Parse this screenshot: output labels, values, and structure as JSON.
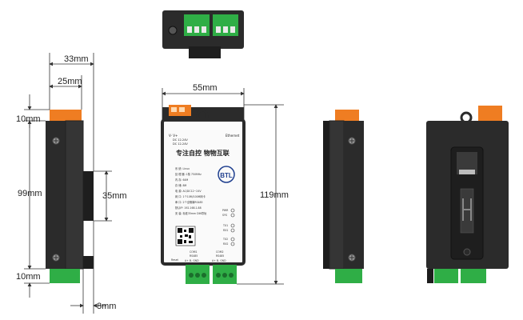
{
  "dimensions": {
    "side_depth": "33mm",
    "side_body_depth": "25mm",
    "terminal_top": "10mm",
    "body_height": "99mm",
    "rail_width": "35mm",
    "terminal_bottom": "10mm",
    "rail_clip_depth": "8mm",
    "front_width": "55mm",
    "front_height": "119mm"
  },
  "front_panel": {
    "power_label_v": "V-  V+",
    "power_label_dc1": "DC 12-24V",
    "power_label_dc2": "DC 12-24V",
    "ethernet_label": "Ethernet",
    "slogan": "专注自控  物物互联",
    "logo_text": "BTL",
    "specs": [
      "系    统: Linux",
      "处 理 器: 1核 750MHz",
      "内    存: 64M",
      "存    储: 8M",
      "电    源: AC/DC12~24V",
      "网    口: 1个10M/100M网卡",
      "串    口: 2个全隔离RS485",
      "默认IP: 192.168.1.88",
      "安    装: 标准35mm DIN导轨"
    ],
    "indicators": [
      "PWR",
      "SYS",
      "TX1",
      "RX1",
      "TX2",
      "RX2"
    ],
    "reset_label": "Reset",
    "com1_label": "COM1",
    "com1_sub": "RS485",
    "com1_pins": "A+  B-  GND",
    "com2_label": "COM2",
    "com2_sub": "RS485",
    "com2_pins": "A+  B-  GND"
  },
  "colors": {
    "housing": "#2b2b2b",
    "housing_dark": "#1c1c1c",
    "terminal_orange": "#ef7d22",
    "terminal_green": "#2fae46",
    "panel_white": "#fafafa",
    "dim_line": "#333333"
  }
}
